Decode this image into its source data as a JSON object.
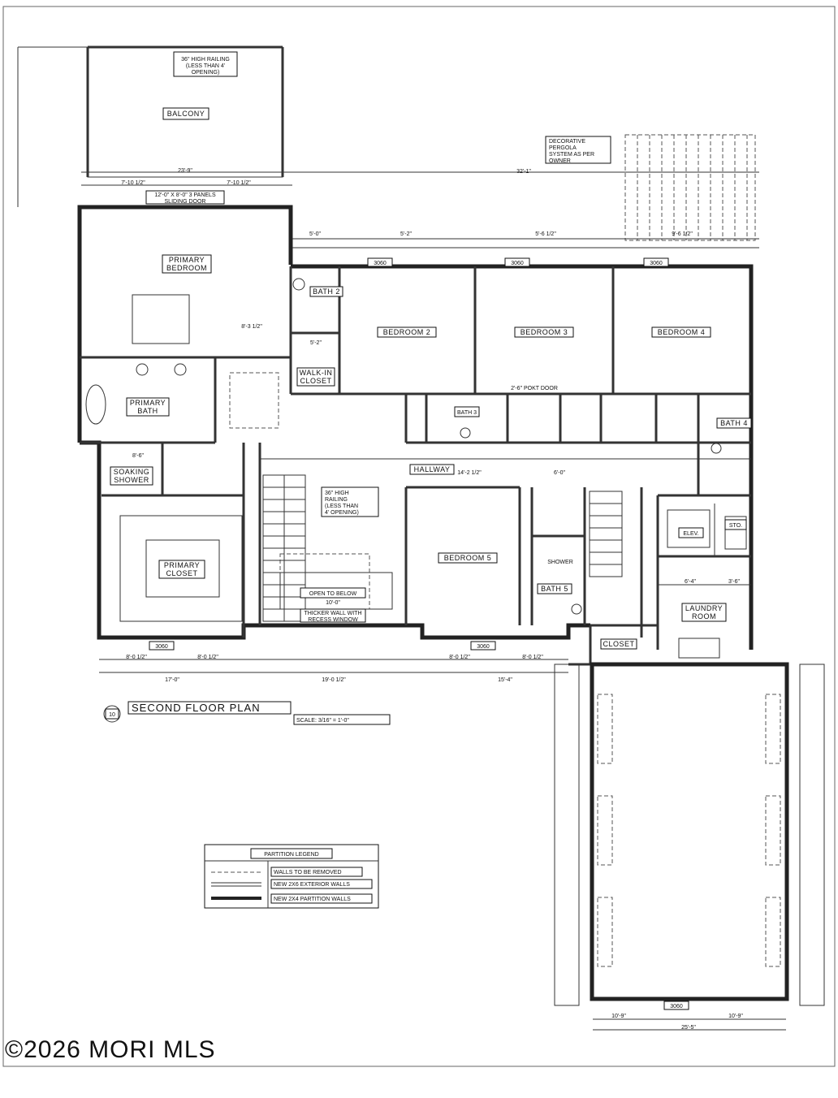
{
  "plan": {
    "title": "SECOND FLOOR PLAN",
    "number": "10",
    "scale": "SCALE: 3/16\" = 1'-0\"",
    "watermark": "©2026 MORI MLS"
  },
  "rooms": {
    "balcony": "BALCONY",
    "primary_bedroom_1": "PRIMARY",
    "primary_bedroom_2": "BEDROOM",
    "primary_bath_1": "PRIMARY",
    "primary_bath_2": "BATH",
    "soaking_shower_1": "SOAKING",
    "soaking_shower_2": "SHOWER",
    "primary_closet_1": "PRIMARY",
    "primary_closet_2": "CLOSET",
    "bath2": "BATH 2",
    "walkin_1": "WALK-IN",
    "walkin_2": "CLOSET",
    "bedroom2": "BEDROOM 2",
    "bedroom3": "BEDROOM 3",
    "bedroom4": "BEDROOM 4",
    "bedroom5": "BEDROOM 5",
    "bath3": "BATH 3",
    "bath4": "BATH 4",
    "bath5": "BATH 5",
    "hallway": "HALLWAY",
    "elev": "ELEV.",
    "sto": "STO.",
    "laundry_1": "LAUNDRY",
    "laundry_2": "ROOM",
    "closet": "CLOSET",
    "shower": "SHOWER",
    "open_below": "OPEN TO BELOW",
    "open_below_dim": "10'-0\"",
    "pocket_door": "2'-6\" POKT DOOR"
  },
  "notes": {
    "railing_top": [
      "36\" HIGH RAILING",
      "(LESS THAN 4'",
      "OPENING)"
    ],
    "railing_mid": [
      "36\" HIGH",
      "RAILING",
      "(LESS THAN",
      "4' OPENING)"
    ],
    "pergola": [
      "DECORATIVE",
      "PERGOLA",
      "SYSTEM AS PER",
      "OWNER"
    ],
    "sliding_door": [
      "12'-0\" X 8'-0\" 3 PANELS",
      "SLIDING DOOR"
    ],
    "thicker_wall": [
      "THICKER WALL WITH",
      "RECESS WINDOW"
    ]
  },
  "legend": {
    "title": "PARTITION LEGEND",
    "items": [
      "WALLS TO BE REMOVED",
      "NEW 2X6 EXTERIOR WALLS",
      "NEW 2X4 PARTITION WALLS"
    ]
  },
  "dims": {
    "d23_9": "23'-9\"",
    "d32_1": "32'-1\"",
    "d7_10a": "7'-10 1/2\"",
    "d7_10b": "7'-10 1/2\"",
    "d5_0": "5'-0\"",
    "d5_2": "5'-2\"",
    "d5_6": "5'-6 1/2\"",
    "d9_6": "9'-6 1/2\"",
    "d8_3": "8'-3 1/2\"",
    "d8_6": "8'-6\"",
    "d14_2": "14'-2 1/2\"",
    "d6_0": "6'-0\"",
    "d8_0a": "8'-0 1/2\"",
    "d8_0b": "8'-0 1/2\"",
    "d8_0c": "8'-0 1/2\"",
    "d8_0d": "8'-0 1/2\"",
    "d17_0": "17'-0\"",
    "d19_0": "19'-0 1/2\"",
    "d15_4": "15'-4\"",
    "d10_9a": "10'-9\"",
    "d10_9b": "10'-9\"",
    "d25_5": "25'-5\"",
    "d6_4": "6'-4\"",
    "d3_6": "3'-6\"",
    "d3060": "3060"
  }
}
